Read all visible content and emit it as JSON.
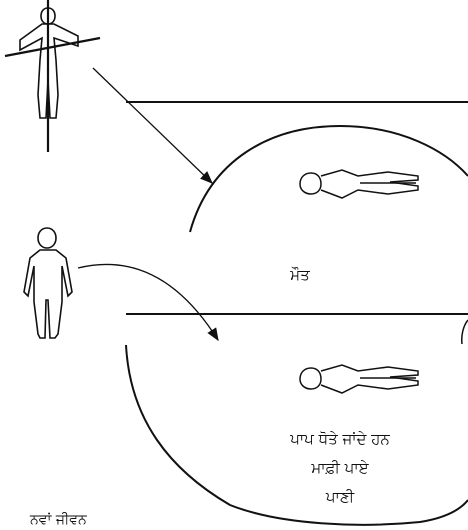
{
  "labels": {
    "death": "ਮੌਤ",
    "sins_washed": "ਪਾਪ ਧੋਤੇ ਜਾਂਦੇ ਹਨ",
    "forgiveness": "ਮਾਫ਼ੀ ਪਾਏ",
    "water": "ਪਾਣੀ",
    "bottom_partial": "ਨਵਾਂ ਜੀਵਨ"
  },
  "icons": {
    "crucifix": "figure-on-cross-icon",
    "standing_person": "standing-person-icon",
    "lying_figure_upper": "lying-figure-icon",
    "lying_figure_lower": "lying-figure-icon"
  },
  "colors": {
    "ink": "#111111",
    "background": "#ffffff"
  }
}
